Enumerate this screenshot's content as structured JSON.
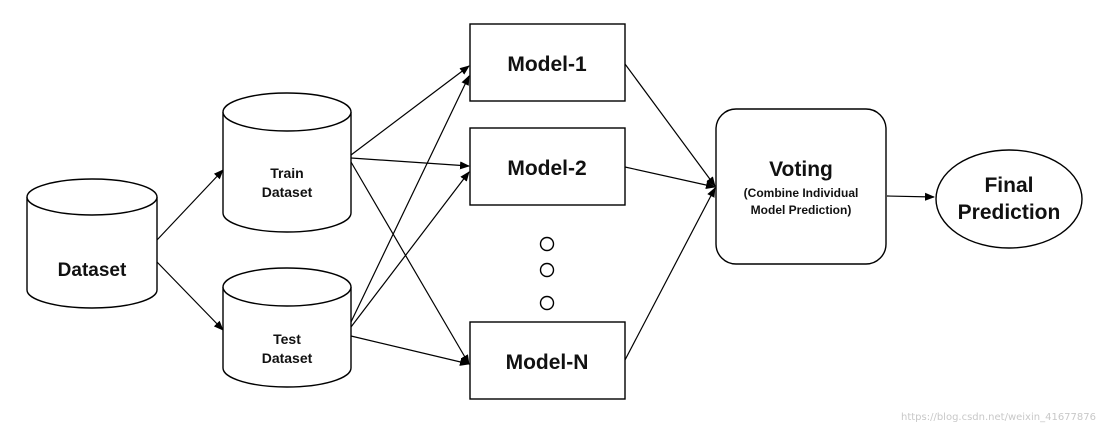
{
  "nodes": {
    "dataset": {
      "label": "Dataset"
    },
    "train": {
      "line1": "Train",
      "line2": "Dataset"
    },
    "test": {
      "line1": "Test",
      "line2": "Dataset"
    },
    "model1": {
      "label": "Model-1"
    },
    "model2": {
      "label": "Model-2"
    },
    "modelN": {
      "label": "Model-N"
    },
    "voting": {
      "title": "Voting",
      "sub1": "(Combine Individual",
      "sub2": "Model Prediction)"
    },
    "final": {
      "line1": "Final",
      "line2": "Prediction"
    }
  },
  "watermark": "https://blog.csdn.net/weixin_41677876"
}
